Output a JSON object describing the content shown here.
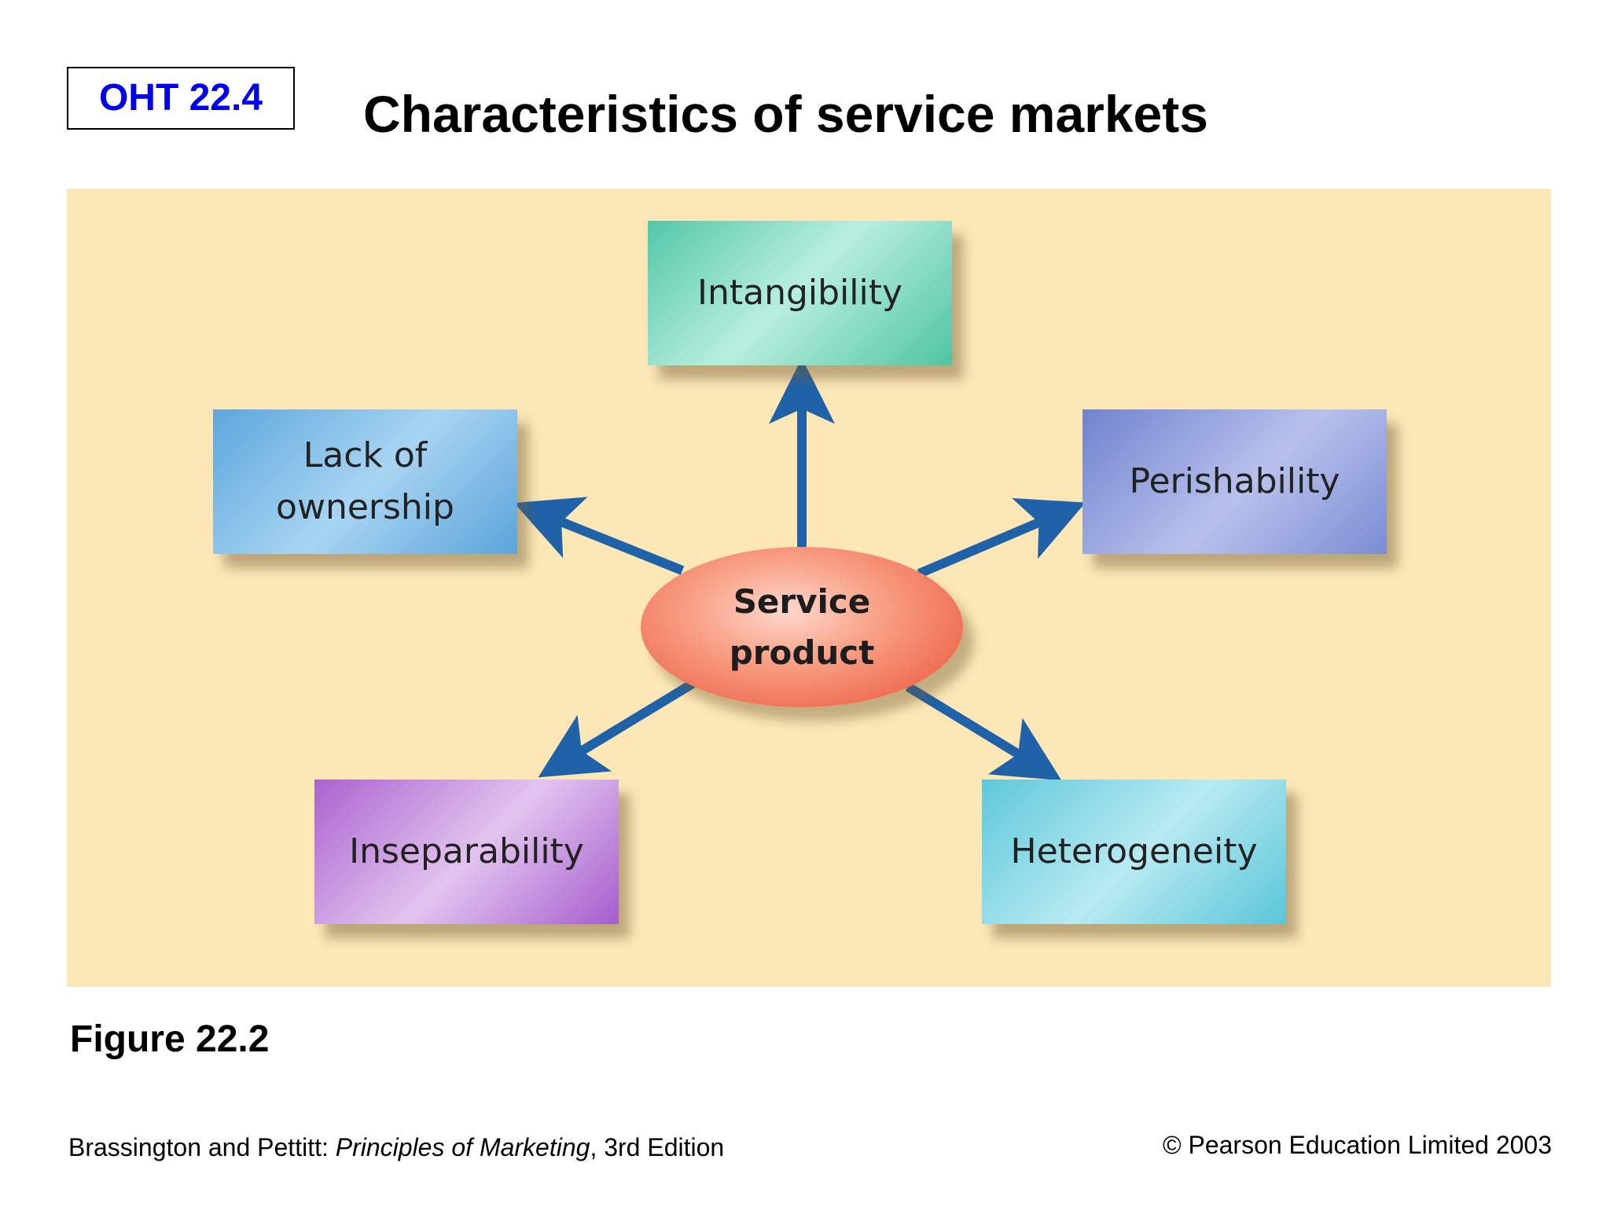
{
  "slide": {
    "tag": "OHT 22.4",
    "title": "Characteristics of service markets",
    "figure_label": "Figure 22.2"
  },
  "diagram": {
    "center": {
      "line1": "Service",
      "line2": "product"
    },
    "characteristics": {
      "intangibility": "Intangibility",
      "lack_of_ownership_line1": "Lack of",
      "lack_of_ownership_line2": "ownership",
      "perishability": "Perishability",
      "inseparability": "Inseparability",
      "heterogeneity": "Heterogeneity"
    },
    "colors": {
      "panel_background": "#fde7b6",
      "arrow": "#1f62a8",
      "center_node": "#ee6b4f",
      "intangibility": "#53c7a8",
      "lack_of_ownership": "#5ca7dd",
      "perishability": "#6f84cf",
      "inseparability": "#ab62cf",
      "heterogeneity": "#5ec8da"
    }
  },
  "footer": {
    "citation_authors": "Brassington and Pettitt: ",
    "citation_title": "Principles of Marketing",
    "citation_edition": ", 3rd Edition",
    "copyright": "© Pearson Education Limited 2003"
  }
}
